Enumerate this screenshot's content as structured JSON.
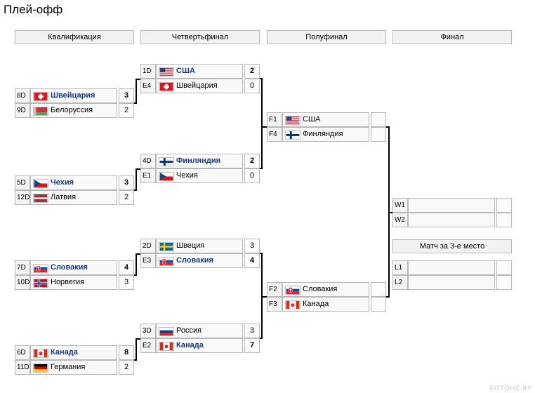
{
  "title": "Плей-офф",
  "watermark": "FOTOHZ.BY",
  "headers": [
    "Квалификация",
    "Четвертьфинал",
    "Полуфинал",
    "Финал"
  ],
  "third_place_header": "Матч за 3-е место",
  "matches": {
    "q1": [
      {
        "seed": "8D",
        "team": "Швейцария",
        "flag": "ch",
        "score": "3",
        "winner": true
      },
      {
        "seed": "9D",
        "team": "Белоруссия",
        "flag": "by",
        "score": "2",
        "winner": false
      }
    ],
    "q2": [
      {
        "seed": "5D",
        "team": "Чехия",
        "flag": "cz",
        "score": "3",
        "winner": true
      },
      {
        "seed": "12D",
        "team": "Латвия",
        "flag": "lv",
        "score": "2",
        "winner": false
      }
    ],
    "q3": [
      {
        "seed": "7D",
        "team": "Словакия",
        "flag": "sk",
        "score": "4",
        "winner": true
      },
      {
        "seed": "10D",
        "team": "Норвегия",
        "flag": "no",
        "score": "3",
        "winner": false
      }
    ],
    "q4": [
      {
        "seed": "6D",
        "team": "Канада",
        "flag": "ca",
        "score": "8",
        "winner": true
      },
      {
        "seed": "11D",
        "team": "Германия",
        "flag": "de",
        "score": "2",
        "winner": false
      }
    ],
    "qf1": [
      {
        "seed": "1D",
        "team": "США",
        "flag": "us",
        "score": "2",
        "winner": true
      },
      {
        "seed": "E4",
        "team": "Швейцария",
        "flag": "ch",
        "score": "0",
        "winner": false
      }
    ],
    "qf2": [
      {
        "seed": "4D",
        "team": "Финляндия",
        "flag": "fi",
        "score": "2",
        "winner": true
      },
      {
        "seed": "E1",
        "team": "Чехия",
        "flag": "cz",
        "score": "0",
        "winner": false
      }
    ],
    "qf3": [
      {
        "seed": "2D",
        "team": "Швеция",
        "flag": "se",
        "score": "3",
        "winner": false
      },
      {
        "seed": "E3",
        "team": "Словакия",
        "flag": "sk",
        "score": "4",
        "winner": true
      }
    ],
    "qf4": [
      {
        "seed": "3D",
        "team": "Россия",
        "flag": "ru",
        "score": "3",
        "winner": false
      },
      {
        "seed": "E2",
        "team": "Канада",
        "flag": "ca",
        "score": "7",
        "winner": true
      }
    ],
    "sf1": [
      {
        "seed": "F1",
        "team": "США",
        "flag": "us",
        "score": "",
        "winner": false
      },
      {
        "seed": "F4",
        "team": "Финляндия",
        "flag": "fi",
        "score": "",
        "winner": false
      }
    ],
    "sf2": [
      {
        "seed": "F2",
        "team": "Словакия",
        "flag": "sk",
        "score": "",
        "winner": false
      },
      {
        "seed": "F3",
        "team": "Канада",
        "flag": "ca",
        "score": "",
        "winner": false
      }
    ],
    "final": [
      {
        "seed": "W1",
        "team": "",
        "flag": "",
        "score": "",
        "winner": false
      },
      {
        "seed": "W2",
        "team": "",
        "flag": "",
        "score": "",
        "winner": false
      }
    ],
    "third": [
      {
        "seed": "L1",
        "team": "",
        "flag": "",
        "score": "",
        "winner": false
      },
      {
        "seed": "L2",
        "team": "",
        "flag": "",
        "score": "",
        "winner": false
      }
    ]
  }
}
